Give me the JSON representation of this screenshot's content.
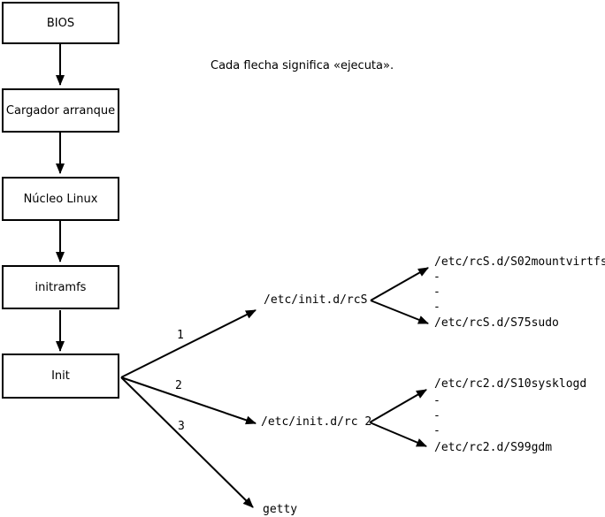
{
  "caption": "Cada flecha significa «ejecuta».",
  "boxes": [
    {
      "label": "BIOS"
    },
    {
      "label": "Cargador arranque"
    },
    {
      "label": "Núcleo Linux"
    },
    {
      "label": "initramfs"
    },
    {
      "label": "Init"
    }
  ],
  "arrow_labels": [
    "1",
    "2",
    "3"
  ],
  "level1": [
    {
      "label": "/etc/init.d/rcS"
    },
    {
      "label": "/etc/init.d/rc 2"
    },
    {
      "label": "getty"
    }
  ],
  "rcS_children": {
    "first": "/etc/rcS.d/S02mountvirtfs",
    "dots": [
      "-",
      "-",
      "-"
    ],
    "last": "/etc/rcS.d/S75sudo"
  },
  "rc2_children": {
    "first": "/etc/rc2.d/S10sysklogd",
    "dots": [
      "-",
      "-",
      "-"
    ],
    "last": "/etc/rc2.d/S99gdm"
  },
  "colors": {
    "line": "#000000",
    "background": "#ffffff"
  }
}
